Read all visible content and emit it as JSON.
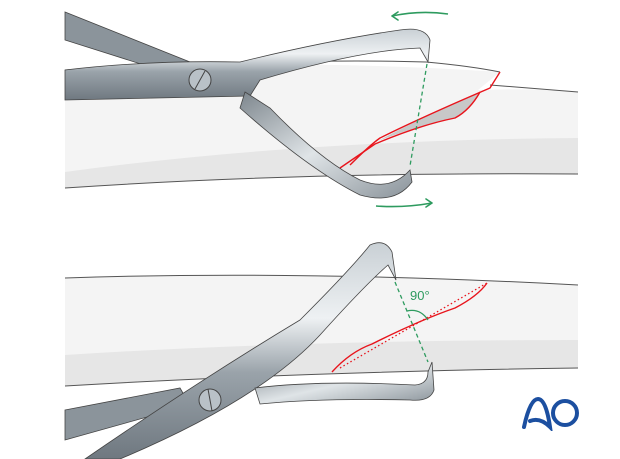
{
  "figure": {
    "panels": [
      {
        "id": "top",
        "description": "Reduction forceps applied across oblique fracture, arrows indicate rotation",
        "arrows": [
          "rotate-counterclockwise-top",
          "rotate-clockwise-bottom"
        ]
      },
      {
        "id": "bottom",
        "description": "Forceps aligned perpendicular to fracture plane",
        "angle_label": "90°"
      }
    ],
    "colors": {
      "fracture_line": "#e8141c",
      "guide_line": "#2e9b5f",
      "bone_fill": "#f4f4f4",
      "bone_shadow": "#e6e6e6",
      "instrument": "#9aa3aa",
      "logo": "#1c4fa0"
    }
  },
  "logo": {
    "text": "AO"
  }
}
